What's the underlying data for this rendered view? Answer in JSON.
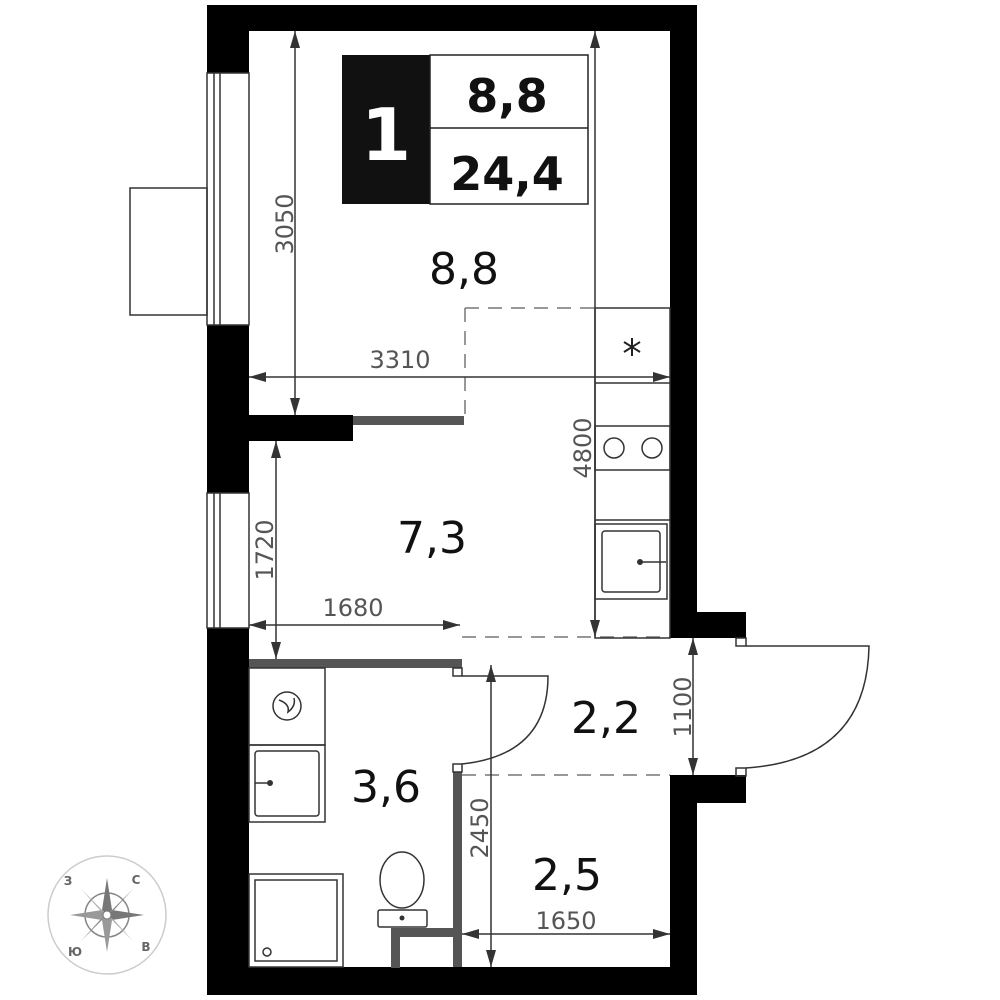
{
  "apartment": {
    "rooms_count": "1",
    "living_area": "8,8",
    "total_area": "24,4"
  },
  "rooms": [
    {
      "id": "room",
      "area": "8,8"
    },
    {
      "id": "kitchen",
      "area": "7,3"
    },
    {
      "id": "hall",
      "area": "2,2"
    },
    {
      "id": "bathroom",
      "area": "3,6"
    },
    {
      "id": "storage",
      "area": "2,5"
    }
  ],
  "dimensions": {
    "room_height": "3050",
    "room_width": "3310",
    "kitchen_length": "4800",
    "kitchen_height": "1720",
    "kitchen_width": "1680",
    "entry_door": "1100",
    "corridor_length": "2450",
    "storage_width": "1650"
  },
  "compass": {
    "north": "С",
    "east": "В",
    "south": "Ю",
    "west": "З"
  },
  "icons": {
    "fridge": "snowflake-icon",
    "washer": "washing-machine-icon"
  }
}
